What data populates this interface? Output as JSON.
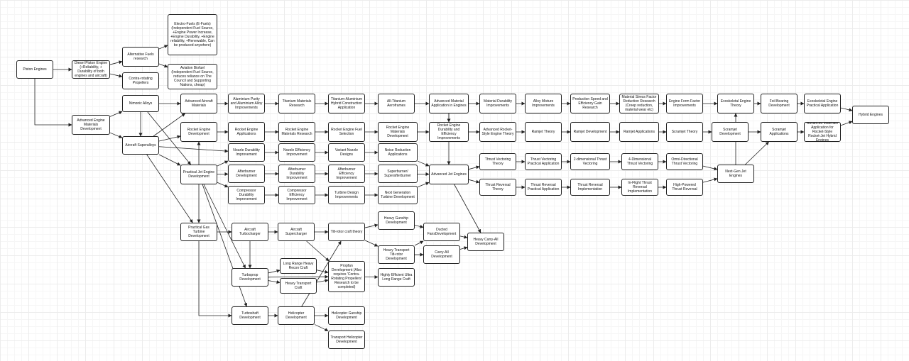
{
  "nodes": [
    {
      "id": "piston",
      "label": "Piston Engines"
    },
    {
      "id": "diesel",
      "label": "Diesel Piston Engine (+Reliability, + Durability of both engines and aircraft)"
    },
    {
      "id": "altfuels",
      "label": "Alternative Fuels research"
    },
    {
      "id": "contra",
      "label": "Contra-rotating Propellers"
    },
    {
      "id": "efuels",
      "label": "Electro-Fuels (E-Fuels) (Independent Fuel Source, +Engine Power Increase, +Engine Durability, +Engine reliability, +Renewable, Can be produced anywhere)"
    },
    {
      "id": "biofuel",
      "label": "Aviation Biofuel (Independent Fuel Source, reduces reliance on The Council and Supporting Nations, cheap)"
    },
    {
      "id": "nimonic",
      "label": "Nimonic Alloys"
    },
    {
      "id": "advmat",
      "label": "Advanced Engine Materials Development"
    },
    {
      "id": "superalloys",
      "label": "Aircraft Superalloys"
    },
    {
      "id": "advaircraftmat",
      "label": "Advanced Aircraft Materials"
    },
    {
      "id": "aluminium",
      "label": "Aluminium Purity and Aluminium Alloy Improvements"
    },
    {
      "id": "titmat",
      "label": "Titanium Materials Research"
    },
    {
      "id": "tialhybrid",
      "label": "Titanium-Aluminium Hybrid Construction Application"
    },
    {
      "id": "alltitanium",
      "label": "All-Titanium Aeroframes"
    },
    {
      "id": "advmatapp",
      "label": "Advanced Material Application in Engines"
    },
    {
      "id": "matdur",
      "label": "Material Durability Improvements"
    },
    {
      "id": "alloymix",
      "label": "Alloy Mixture Improvements"
    },
    {
      "id": "prodspeed",
      "label": "Production Speed and Efficiency Gain Research"
    },
    {
      "id": "matstress",
      "label": "Material Stress Factor Reduction Research (Creep reduction, material wear etc)"
    },
    {
      "id": "formfactor",
      "label": "Engine Form Factor Improvements"
    },
    {
      "id": "exoskel",
      "label": "Exoskeletal Engine Theory"
    },
    {
      "id": "foilbearing",
      "label": "Foil Bearing Development"
    },
    {
      "id": "exoskelapp",
      "label": "Exoskeletal Engine Practical Application"
    },
    {
      "id": "hybrid",
      "label": "Hybrid Engines"
    },
    {
      "id": "rocketdev",
      "label": "Rocket Engine Development"
    },
    {
      "id": "rocketapp",
      "label": "Rocket Engine Applications"
    },
    {
      "id": "rocketmat",
      "label": "Rocket Engine Materials Research"
    },
    {
      "id": "rocketfuel",
      "label": "Rocket Engine Fuel Selection"
    },
    {
      "id": "rocketmatdev",
      "label": "Rocket Engine Materials Development"
    },
    {
      "id": "rocketdur",
      "label": "Rocket Engine Durability and Efficiency Improvements"
    },
    {
      "id": "advrocket",
      "label": "Advanced Rocket-Style Engine Theory"
    },
    {
      "id": "ramjettheory",
      "label": "Ramjet Theory"
    },
    {
      "id": "ramjetdev",
      "label": "Ramjet Development"
    },
    {
      "id": "ramjetapp",
      "label": "Ramjet Applications"
    },
    {
      "id": "scramtheory",
      "label": "Scramjet Theory"
    },
    {
      "id": "scramdev",
      "label": "Scramjet Development"
    },
    {
      "id": "scramapp",
      "label": "Scramjet Applications"
    },
    {
      "id": "advmatrocket",
      "label": "Advanced Materials Application for Rocket-Style Rocket-Jet Hybrid Engines"
    },
    {
      "id": "nozzledur",
      "label": "Nozzle Durability Improvement"
    },
    {
      "id": "nozzleeff",
      "label": "Nozzle Efficiency Improvement"
    },
    {
      "id": "variantnozzle",
      "label": "Variant Nozzle Designs"
    },
    {
      "id": "noise",
      "label": "Noise Reduction Applications"
    },
    {
      "id": "practjet",
      "label": "Practical Jet Engine Development"
    },
    {
      "id": "afterburner",
      "label": "Afterburner Development"
    },
    {
      "id": "abdur",
      "label": "Afterburner Durability Improvement"
    },
    {
      "id": "abeff",
      "label": "Afterburner Efficiency Improvement"
    },
    {
      "id": "superburner",
      "label": "Superburner/ Superafterburner"
    },
    {
      "id": "compdur",
      "label": "Compressor Durability Improvement"
    },
    {
      "id": "compeff",
      "label": "Compressor Efficiency Improvement"
    },
    {
      "id": "turbinedesign",
      "label": "Turbine Design Improvements"
    },
    {
      "id": "nextgenturbine",
      "label": "Next Generation Turbine Development"
    },
    {
      "id": "advjet",
      "label": "Advanced Jet Engines"
    },
    {
      "id": "tvtheory",
      "label": "Thrust Vectoring Theory"
    },
    {
      "id": "tvapp",
      "label": "Thrust Vectoring Practical Application"
    },
    {
      "id": "tv2d",
      "label": "2-dimensional Thrust Vectoring"
    },
    {
      "id": "tv4d",
      "label": "4-Dimensional Thrust Vectoring"
    },
    {
      "id": "tvomni",
      "label": "Omni-Directional Thrust Vectoring"
    },
    {
      "id": "trtheory",
      "label": "Thrust Reversal Theory"
    },
    {
      "id": "trapp",
      "label": "Thrust Reversal Practical Application"
    },
    {
      "id": "trimpl",
      "label": "Thrust Reversal Implementation"
    },
    {
      "id": "trinflight",
      "label": "In-Flight Thrust Reversal Implementation"
    },
    {
      "id": "trhigh",
      "label": "High-Powered Thrust Reversal"
    },
    {
      "id": "nextgenjet",
      "label": "Next-Gen Jet Engines"
    },
    {
      "id": "practgas",
      "label": "Practical Gas Turbine Development"
    },
    {
      "id": "turbocharger",
      "label": "Aircraft Turbocharger"
    },
    {
      "id": "supercharger",
      "label": "Aircraft Supercharger"
    },
    {
      "id": "tiltrotor",
      "label": "Tilt-rotor craft theory"
    },
    {
      "id": "heavygunship",
      "label": "Heavy Gunship Development"
    },
    {
      "id": "heavytransporttilt",
      "label": "Heavy Transport Tilt-rotor Development"
    },
    {
      "id": "ductedfans",
      "label": "Ducted FansDevelopment"
    },
    {
      "id": "carryall",
      "label": "Carry-All Development"
    },
    {
      "id": "heavycarryall",
      "label": "Heavy Carry-All Development"
    },
    {
      "id": "turboprop",
      "label": "Turboprop Development"
    },
    {
      "id": "longrange",
      "label": "Long Range Heavy Recon Craft"
    },
    {
      "id": "heavytransport",
      "label": "Heavy Transport Craft"
    },
    {
      "id": "propfan",
      "label": "Propfan Development (Also requires 'Contra-Rotating Propellers' Research to be completed)"
    },
    {
      "id": "efficientultra",
      "label": "Highly Efficient Ultra Long Range Craft"
    },
    {
      "id": "turboshaft",
      "label": "Turboshaft Development"
    },
    {
      "id": "helicopter",
      "label": "Helicopter Development"
    },
    {
      "id": "heligunship",
      "label": "Helicopter Gunship Development"
    },
    {
      "id": "transheli",
      "label": "Transport Helicopter Development"
    }
  ]
}
